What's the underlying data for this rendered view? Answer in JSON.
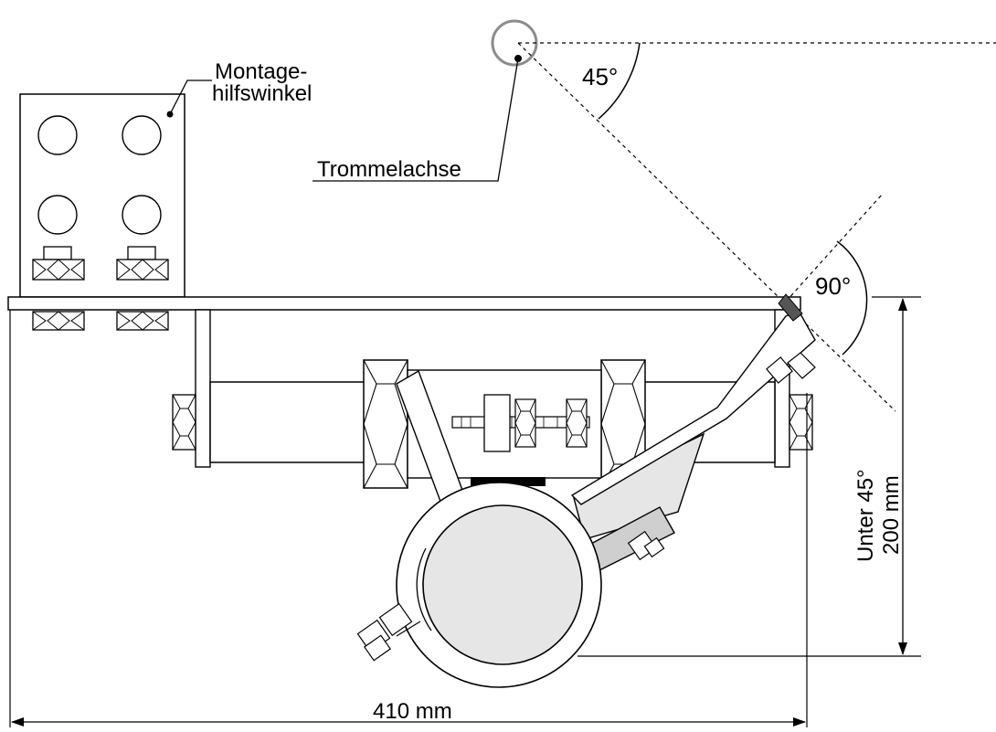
{
  "labels": {
    "montage_line1": "Montage-",
    "montage_line2": "hilfswinkel",
    "trommelachse": "Trommelachse",
    "angle_45": "45°",
    "angle_90": "90°",
    "dim_width": "410 mm",
    "dim_height_line1": "Unter 45°",
    "dim_height_line2": "200 mm"
  },
  "colors": {
    "stroke": "#000000",
    "part_fill": "#ffffff",
    "shade_light": "#e6e6e6",
    "shade_mid": "#cfcfcf",
    "axis_circle": "#8c8c8c",
    "dark_tab": "#555555"
  }
}
